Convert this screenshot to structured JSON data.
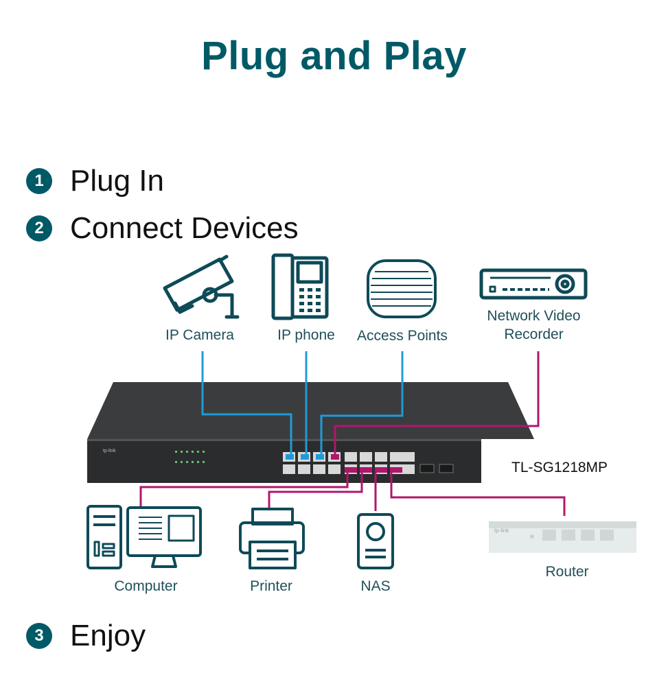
{
  "title": "Plug and Play",
  "steps": [
    {
      "number": "1",
      "label": "Plug In"
    },
    {
      "number": "2",
      "label": "Connect Devices"
    },
    {
      "number": "3",
      "label": "Enjoy"
    }
  ],
  "top_devices": {
    "ip_camera": "IP Camera",
    "ip_phone": "IP phone",
    "access_points": "Access Points",
    "nvr_line1": "Network Video",
    "nvr_line2": "Recorder"
  },
  "bottom_devices": {
    "computer": "Computer",
    "printer": "Printer",
    "nas": "NAS",
    "router": "Router"
  },
  "switch_model": "TL-SG1218MP",
  "brand": "tp-link",
  "colors": {
    "title": "#005a66",
    "poe_line": "#1e9bd7",
    "data_line": "#b0166b",
    "icon_stroke": "#0e4a57"
  }
}
